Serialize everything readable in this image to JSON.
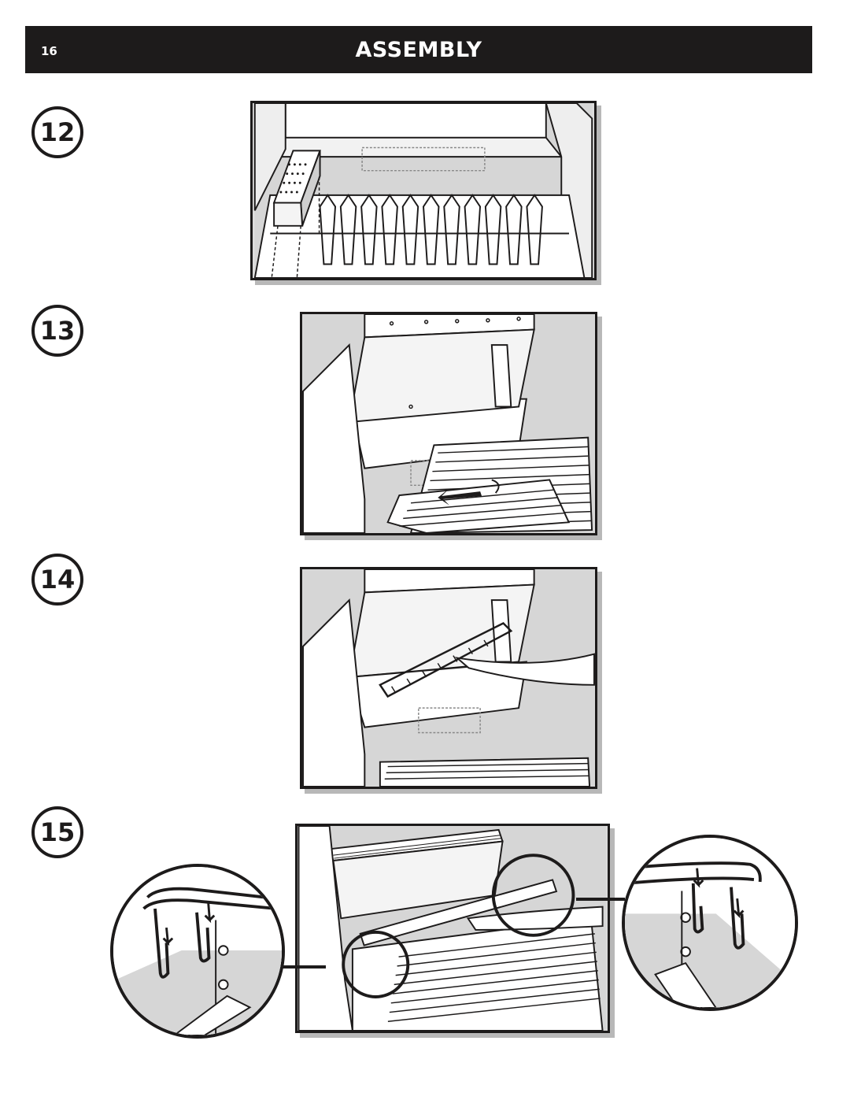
{
  "header": {
    "page_number": "16",
    "title": "ASSEMBLY"
  },
  "steps": [
    {
      "number": "12"
    },
    {
      "number": "13"
    },
    {
      "number": "14"
    },
    {
      "number": "15"
    }
  ],
  "colors": {
    "header_bg": "#1d1b1b",
    "panel_bg": "#dcdcdc",
    "line": "#1d1b1b"
  }
}
